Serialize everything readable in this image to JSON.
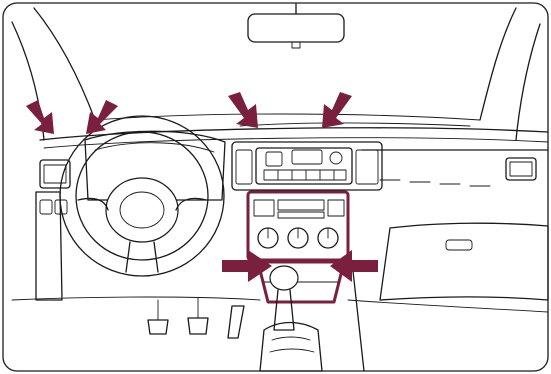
{
  "colors": {
    "highlight": "#7a1f3d",
    "line": "#1a1a1a",
    "background": "#ffffff"
  },
  "arrows": [
    {
      "name": "arrow-left-side-vent-outer",
      "direction": "down-right"
    },
    {
      "name": "arrow-left-side-vent-inner",
      "direction": "down-left"
    },
    {
      "name": "arrow-defroster-left",
      "direction": "down-right"
    },
    {
      "name": "arrow-defroster-right",
      "direction": "down-left"
    },
    {
      "name": "arrow-console-left",
      "direction": "right"
    },
    {
      "name": "arrow-console-right",
      "direction": "left"
    }
  ],
  "highlighted_regions": [
    "climate-control-panel",
    "lower-console-area"
  ]
}
